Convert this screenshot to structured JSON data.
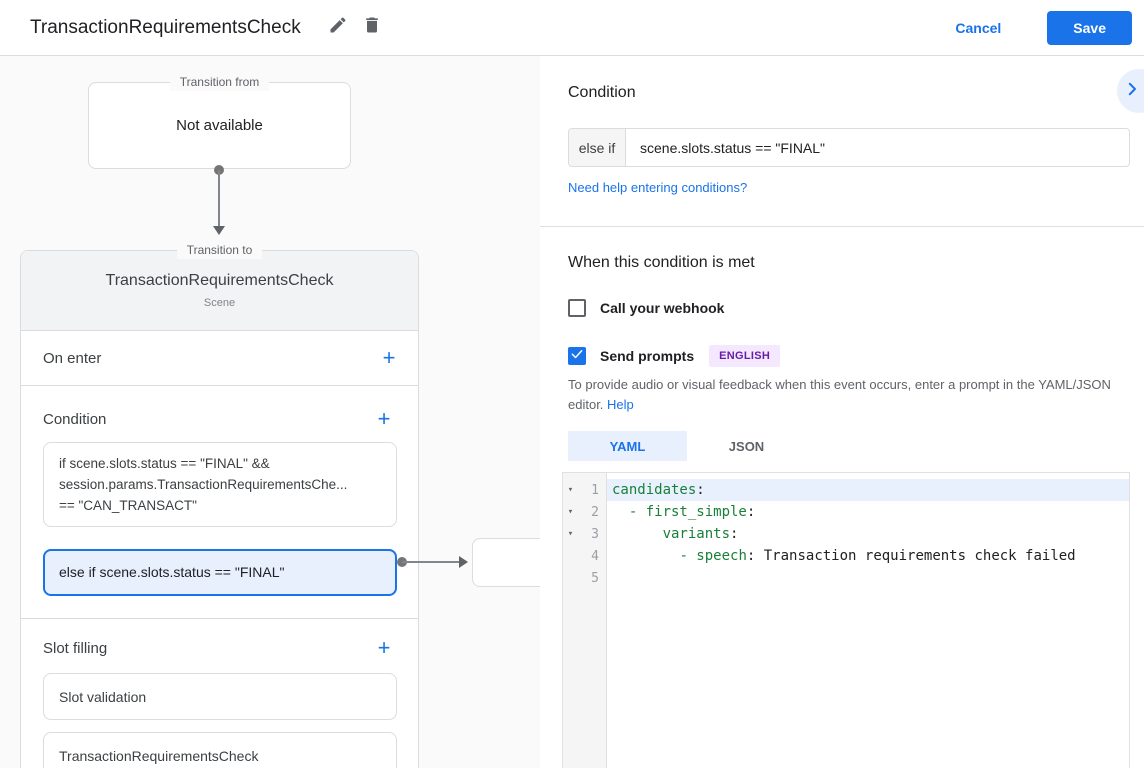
{
  "topbar": {
    "title": "TransactionRequirementsCheck",
    "cancel_label": "Cancel",
    "save_label": "Save"
  },
  "canvas": {
    "transition_from": {
      "label": "Transition from",
      "value": "Not available"
    },
    "transition_to": {
      "label": "Transition to",
      "title": "TransactionRequirementsCheck",
      "subtitle": "Scene",
      "on_enter": {
        "label": "On enter"
      },
      "condition": {
        "label": "Condition",
        "items": [
          {
            "selected": false,
            "lines": [
              "if scene.slots.status == \"FINAL\" &&",
              "session.params.TransactionRequirementsChe...",
              "== \"CAN_TRANSACT\""
            ]
          },
          {
            "selected": true,
            "lines": [
              "else if scene.slots.status == \"FINAL\""
            ]
          }
        ]
      },
      "slot_filling": {
        "label": "Slot filling",
        "items": [
          "Slot validation",
          "TransactionRequirementsCheck"
        ]
      }
    }
  },
  "panel": {
    "title": "Condition",
    "condition_input": {
      "prefix": "else if",
      "value": "scene.slots.status == \"FINAL\""
    },
    "help_link": "Need help entering conditions?",
    "when_met": {
      "heading": "When this condition is met",
      "webhook_label": "Call your webhook",
      "webhook_checked": false,
      "prompts_label": "Send prompts",
      "prompts_checked": true,
      "language_badge": "ENGLISH",
      "description": "To provide audio or visual feedback when this event occurs, enter a prompt in the YAML/JSON editor.",
      "description_link": "Help"
    },
    "editor": {
      "tabs": {
        "yaml": "YAML",
        "json": "JSON",
        "active": "YAML"
      },
      "gutter": [
        {
          "num": "1",
          "fold": true
        },
        {
          "num": "2",
          "fold": true
        },
        {
          "num": "3",
          "fold": true
        },
        {
          "num": "4",
          "fold": false
        },
        {
          "num": "5",
          "fold": false
        }
      ],
      "code": [
        {
          "indent": "",
          "key": "candidates",
          "sep": ":",
          "value": ""
        },
        {
          "indent": "  ",
          "key": "- first_simple",
          "sep": ":",
          "value": ""
        },
        {
          "indent": "      ",
          "key": "variants",
          "sep": ":",
          "value": ""
        },
        {
          "indent": "        ",
          "key": "- speech",
          "sep": ":",
          "value": " Transaction requirements check failed"
        },
        {
          "indent": "",
          "key": "",
          "sep": "",
          "value": ""
        }
      ]
    }
  },
  "colors": {
    "accent_blue": "#1a73e8",
    "selection_blue": "#e8f0fe",
    "badge_purple_bg": "#f3e8fd",
    "badge_purple_text": "#681da8",
    "code_key_green": "#188038"
  }
}
